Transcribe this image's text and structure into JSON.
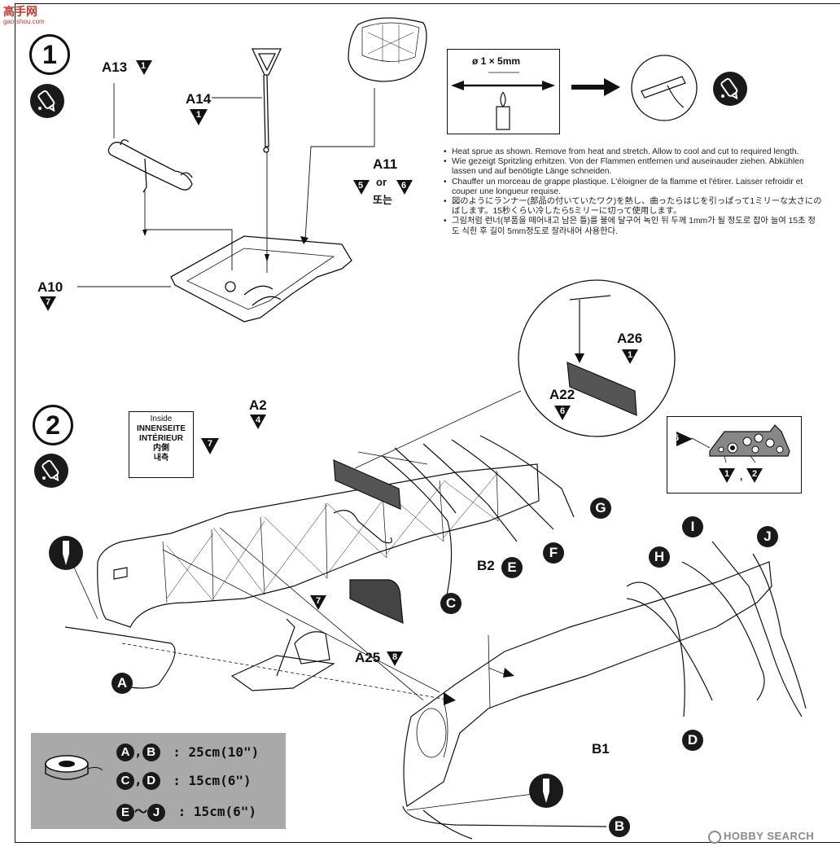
{
  "watermark": {
    "site_logo": "高手网",
    "site_url": "gao-shou.com",
    "brand": "HOBBY SEARCH"
  },
  "step1": {
    "number": "1",
    "parts": {
      "a13": {
        "label": "A13",
        "sprue": "1"
      },
      "a14": {
        "label": "A14",
        "sprue": "1"
      },
      "a11": {
        "label": "A11",
        "sprue_a": "5",
        "or_text": "or",
        "sprue_b": "6",
        "korean_or": "또는"
      },
      "a10": {
        "label": "A10",
        "sprue": "7"
      }
    }
  },
  "sprue_box": {
    "dimension": "ø 1 × 5mm"
  },
  "notes": [
    "Heat sprue as shown. Remove from heat and stretch. Allow to cool and cut to required length.",
    "Wie gezeigt Spritzling erhitzen. Von der Flammen entfernen und auseinauder ziehen. Abkühlen lassen und auf benötigte Länge schneiden.",
    "Chauffer un morceau de grappe plastique. L'éloigner de la flamme et l'étirer. Laisser refroidir et couper une longueur requise.",
    "図のようにランナー(部品の付いていたワク)を熱し、曲ったらはじを引っぱって1ミリーな太さにのばします。15秒くらい冷したら5ミリーに切って使用します。",
    "그림처럼 런너(부품을 떼어내고 남은 틀)를 불에 달구어 녹인 뒤 두께 1mm가 될 정도로 잡아 늘여 15초 정도 식힌 후 길이 5mm정도로 잘라내어 사용한다."
  ],
  "step2": {
    "number": "2",
    "inside_box": [
      "Inside",
      "INNENSEITE",
      "INTÉRIEUR",
      "内側",
      "내측"
    ],
    "inside_sprue": "7",
    "parts": {
      "a2": {
        "label": "A2",
        "sprue": "4"
      },
      "a26": {
        "label": "A26",
        "sprue": "1"
      },
      "a22": {
        "label": "A22",
        "sprue": "6"
      },
      "a25": {
        "label": "A25",
        "sprue": "8"
      },
      "a25_side": {
        "sprue": "7"
      },
      "b1": {
        "label": "B1"
      },
      "b2": {
        "label": "B2"
      }
    },
    "panel_box": {
      "sprue": "6",
      "colors": [
        "1",
        "2"
      ],
      "sep": ","
    },
    "wire_labels": [
      "A",
      "B",
      "C",
      "D",
      "E",
      "F",
      "G",
      "H",
      "I",
      "J"
    ]
  },
  "legend": {
    "rows": [
      {
        "a": "A",
        "sep": ",",
        "b": "B",
        "text": ": 25cm(10\")"
      },
      {
        "a": "C",
        "sep": ",",
        "b": "D",
        "text": ": 15cm(6\")"
      },
      {
        "a": "E",
        "sep": "～",
        "b": "J",
        "text": ": 15cm(6\")"
      }
    ]
  },
  "colors": {
    "ink": "#111111",
    "legend_bg": "#a9a9a9",
    "watermark_red": "#c0392b"
  }
}
